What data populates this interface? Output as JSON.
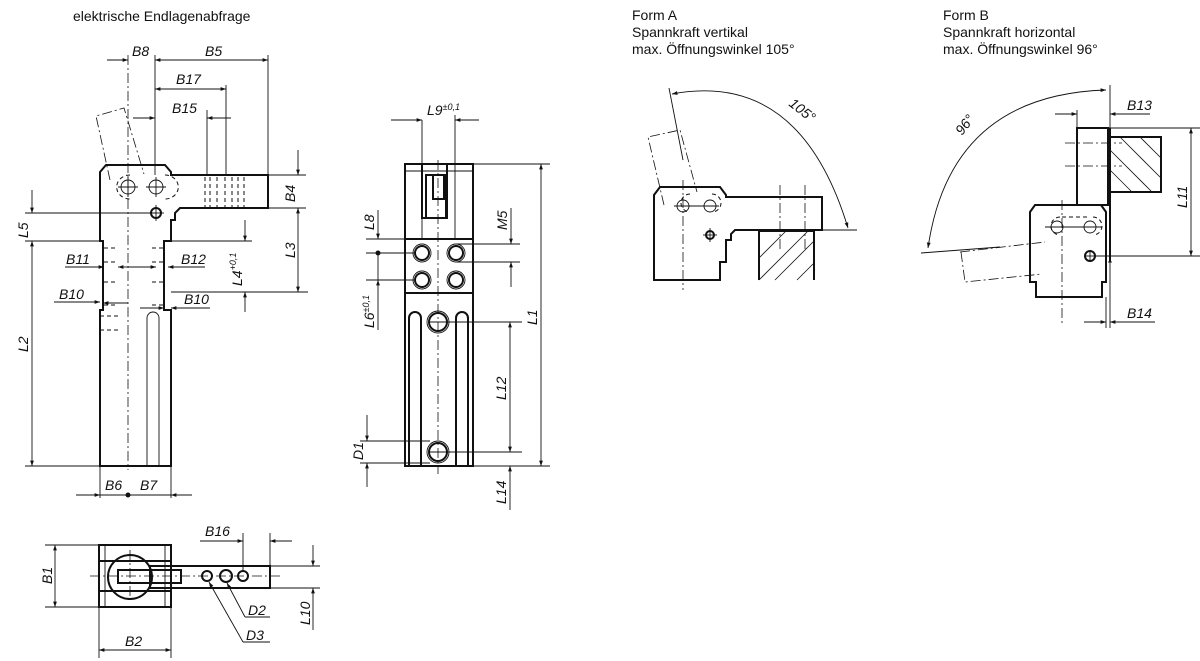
{
  "captions": {
    "main_view": "elektrische Endlagenabfrage",
    "form_a": {
      "title": "Form A",
      "line1": "Spannkraft vertikal",
      "line2": "max. Öffnungswinkel 105°"
    },
    "form_b": {
      "title": "Form B",
      "line1": "Spannkraft horizontal",
      "line2": "max. Öffnungswinkel 96°"
    }
  },
  "side_view": {
    "dims": {
      "B8": "B8",
      "B5": "B5",
      "B17": "B17",
      "B15": "B15",
      "B4": "B4",
      "L5": "L5",
      "L3": "L3",
      "L4": "L4",
      "L4_tol": "+0,1",
      "B11": "B11",
      "B12": "B12",
      "B10_left": "B10",
      "B10_right": "B10",
      "L2": "L2",
      "B6": "B6",
      "B7": "B7"
    }
  },
  "top_view": {
    "dims": {
      "B1": "B1",
      "B2": "B2",
      "B16": "B16",
      "D2": "D2",
      "D3": "D3",
      "L10": "L10"
    }
  },
  "front_view": {
    "dims": {
      "L9": "L9",
      "L9_tol": "±0,1",
      "L8": "L8",
      "M5": "M5",
      "L6": "L6",
      "L6_tol": "±0,1",
      "L1": "L1",
      "L12": "L12",
      "D1": "D1",
      "L14": "L14"
    }
  },
  "form_a_view": {
    "angle": "105°"
  },
  "form_b_view": {
    "angle": "96°",
    "dims": {
      "B13": "B13",
      "B14": "B14",
      "L11": "L11"
    }
  }
}
